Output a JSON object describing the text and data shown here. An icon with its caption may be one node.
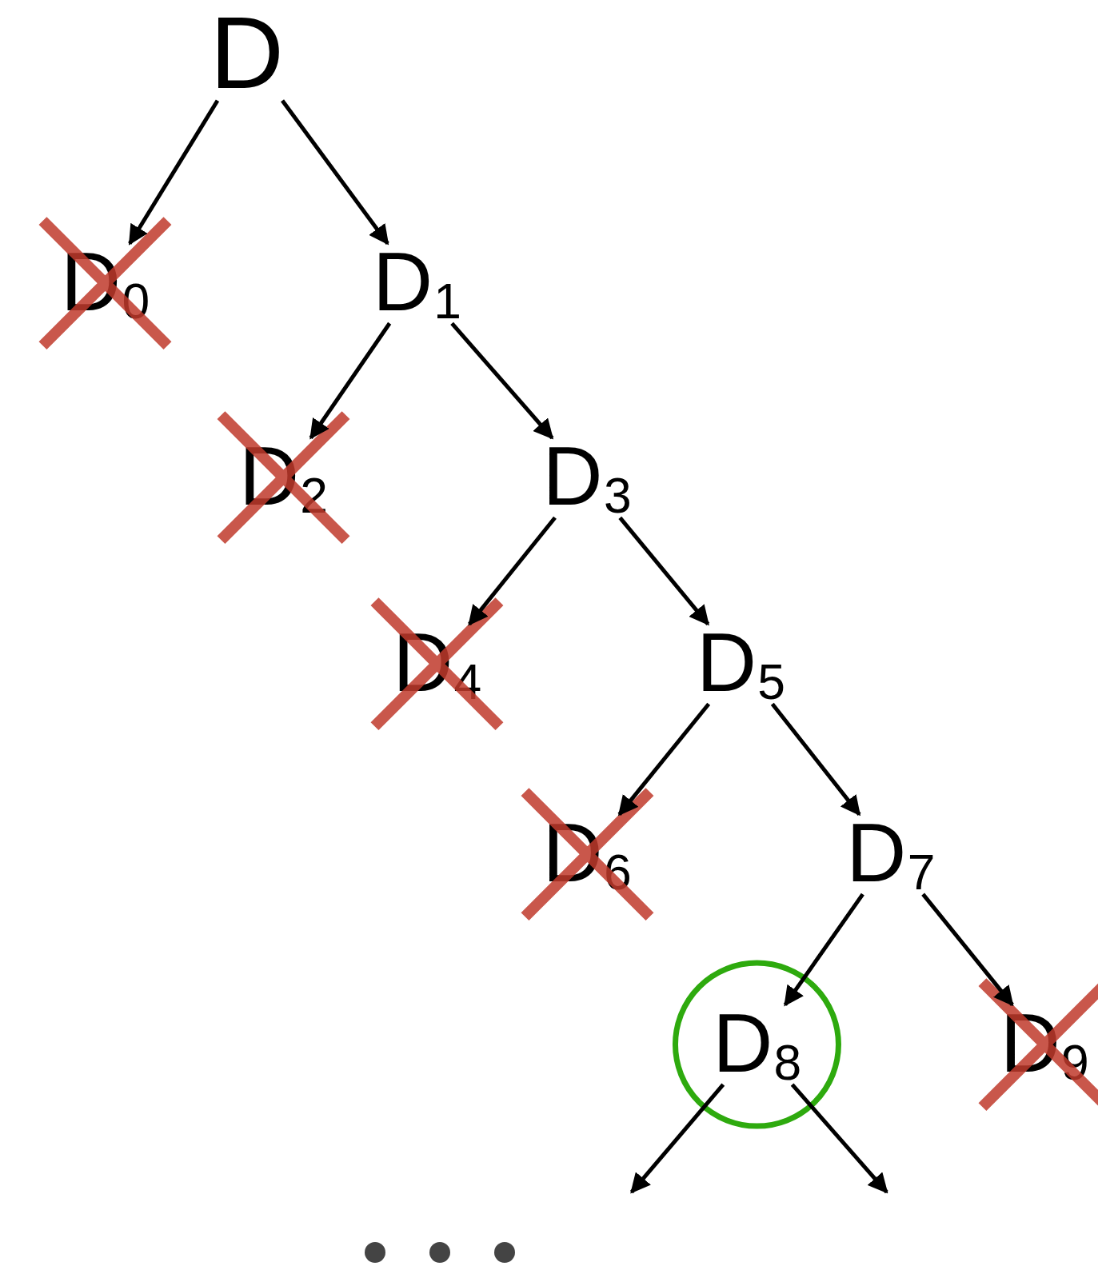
{
  "diagram": {
    "nodes": [
      {
        "text": [
          "D"
        ]
      },
      {
        "text": [
          "D$_{0}$"
        ]
      },
      {
        "text": [
          "D$_{1}$"
        ]
      },
      {
        "text": [
          "D$_{2}$"
        ]
      },
      {
        "text": [
          "D$_{3}$"
        ]
      },
      {
        "text": [
          "D$_{4}$"
        ]
      },
      {
        "text": [
          "D$_{5}$"
        ]
      },
      {
        "text": [
          "D$_{6}$"
        ]
      },
      {
        "text": [
          "D$_{7}$"
        ]
      },
      {
        "text": [
          "D$_{8}$"
        ]
      },
      {
        "text": [
          "D$_{9}$"
        ]
      }
    ],
    "edges": [
      {
        "from": 0,
        "to": 1,
        "arrow": "to"
      },
      {
        "from": 0,
        "to": 2,
        "arrow": "to"
      },
      {
        "from": 2,
        "to": 3,
        "arrow": "to"
      },
      {
        "from": 2,
        "to": 4,
        "arrow": "to"
      },
      {
        "from": 4,
        "to": 5,
        "arrow": "to"
      },
      {
        "from": 4,
        "to": 6,
        "arrow": "to"
      },
      {
        "from": 6,
        "to": 7,
        "arrow": "to"
      },
      {
        "from": 6,
        "to": 8,
        "arrow": "to"
      },
      {
        "from": 8,
        "to": 9,
        "arrow": "to"
      },
      {
        "from": 8,
        "to": 10,
        "arrow": "to"
      },
      {
        "from": 9,
        "to": null,
        "arrow": "to"
      },
      {
        "from": 9,
        "to": null,
        "arrow": "to"
      }
    ]
  }
}
